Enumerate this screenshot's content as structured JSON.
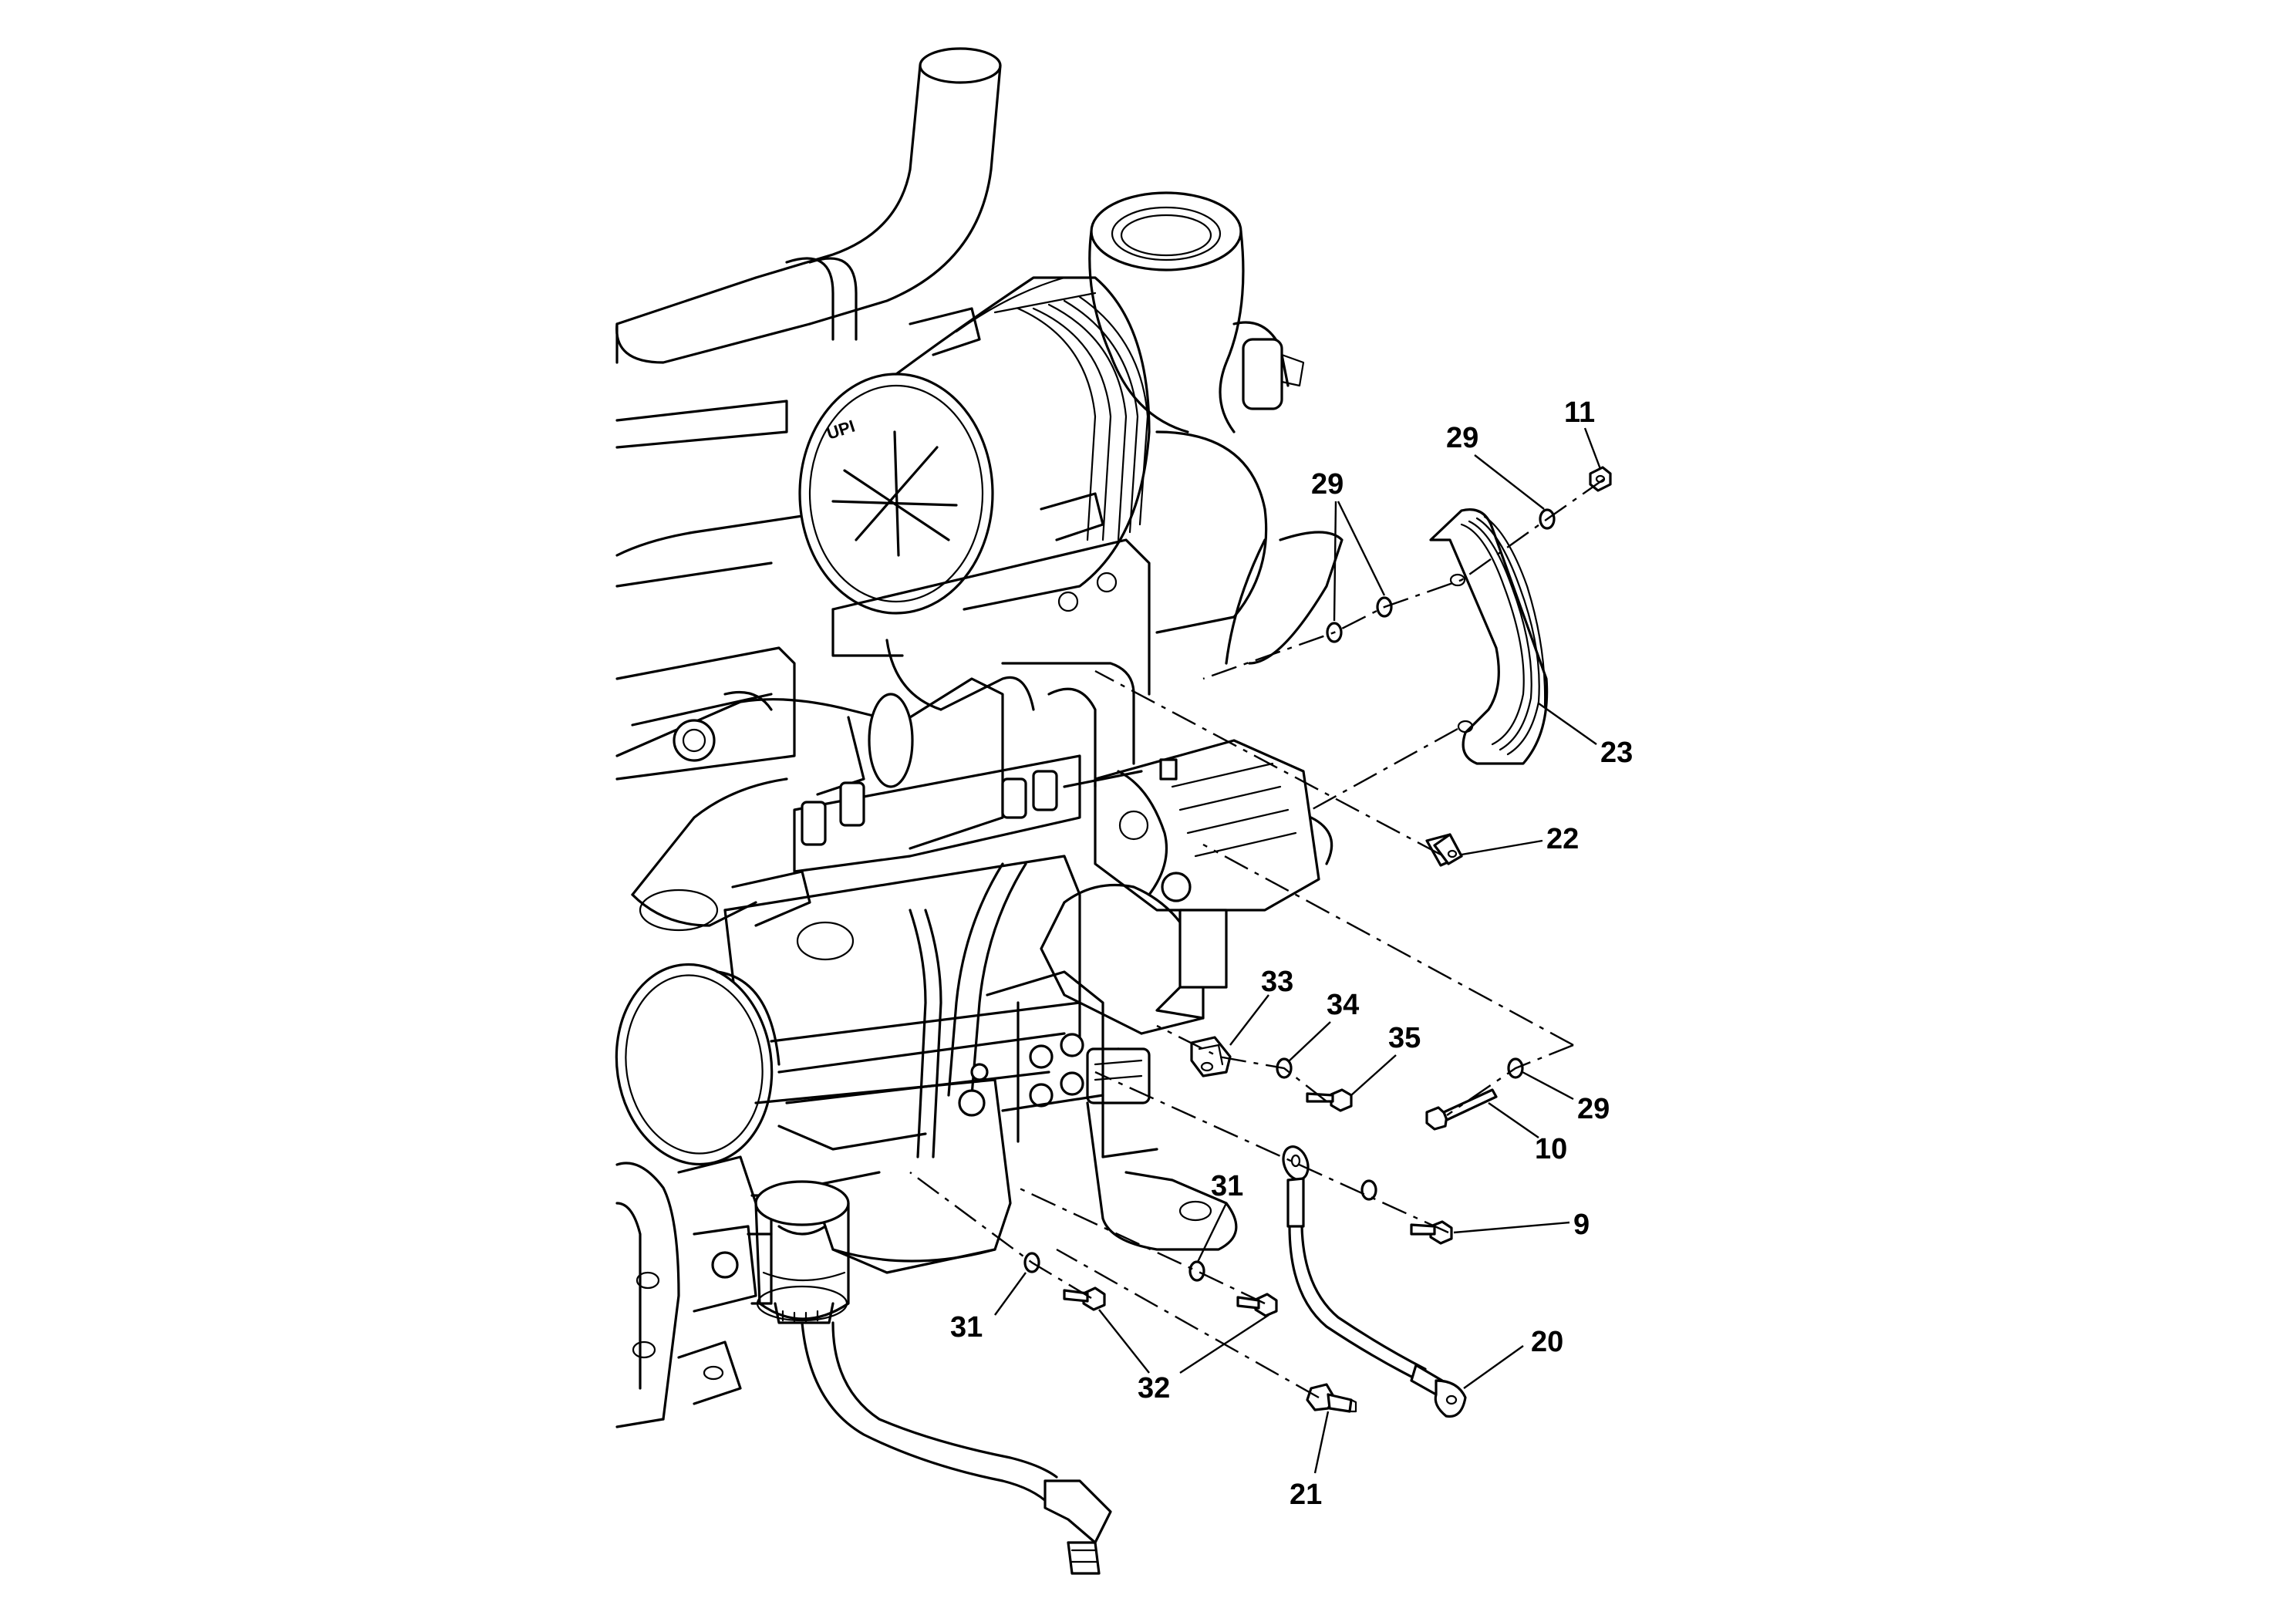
{
  "callouts": [
    {
      "id": "c11a",
      "label": "11"
    },
    {
      "id": "c29a",
      "label": "29"
    },
    {
      "id": "c29b",
      "label": "29"
    },
    {
      "id": "c23",
      "label": "23"
    },
    {
      "id": "c22",
      "label": "22"
    },
    {
      "id": "c33",
      "label": "33"
    },
    {
      "id": "c34",
      "label": "34"
    },
    {
      "id": "c35",
      "label": "35"
    },
    {
      "id": "c29c",
      "label": "29"
    },
    {
      "id": "c10",
      "label": "10"
    },
    {
      "id": "c31a",
      "label": "31"
    },
    {
      "id": "c9",
      "label": "9"
    },
    {
      "id": "c31b",
      "label": "31"
    },
    {
      "id": "c32",
      "label": "32"
    },
    {
      "id": "c20",
      "label": "20"
    },
    {
      "id": "c21",
      "label": "21"
    }
  ],
  "component_labels": {
    "air_cleaner_logo": "UPI"
  }
}
